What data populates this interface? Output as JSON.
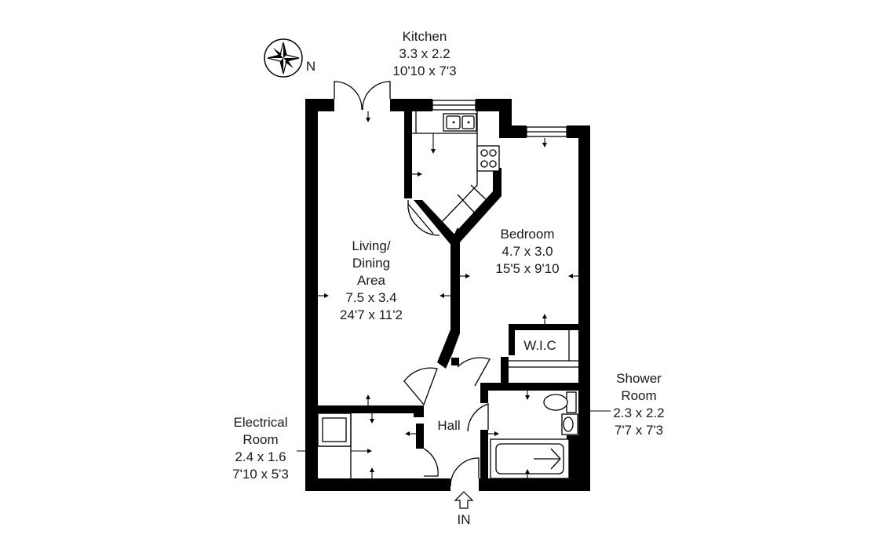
{
  "compass": {
    "label": "N",
    "icon": "compass-rose-icon"
  },
  "rooms": {
    "kitchen": {
      "name": "Kitchen",
      "metric": "3.3 x 2.2",
      "imperial": "10'10 x 7'3"
    },
    "living": {
      "name_line1": "Living/",
      "name_line2": "Dining",
      "name_line3": "Area",
      "metric": "7.5 x 3.4",
      "imperial": "24'7 x 11'2"
    },
    "bedroom": {
      "name": "Bedroom",
      "metric": "4.7 x 3.0",
      "imperial": "15'5 x 9'10"
    },
    "wic": {
      "name": "W.I.C"
    },
    "shower": {
      "name_line1": "Shower",
      "name_line2": "Room",
      "metric": "2.3 x 2.2",
      "imperial": "7'7 x 7'3"
    },
    "electrical": {
      "name_line1": "Electrical",
      "name_line2": "Room",
      "metric": "2.4 x 1.6",
      "imperial": "7'10 x 5'3"
    },
    "hall": {
      "name": "Hall"
    }
  },
  "entrance": {
    "label": "IN",
    "icon": "entrance-arrow-icon"
  }
}
